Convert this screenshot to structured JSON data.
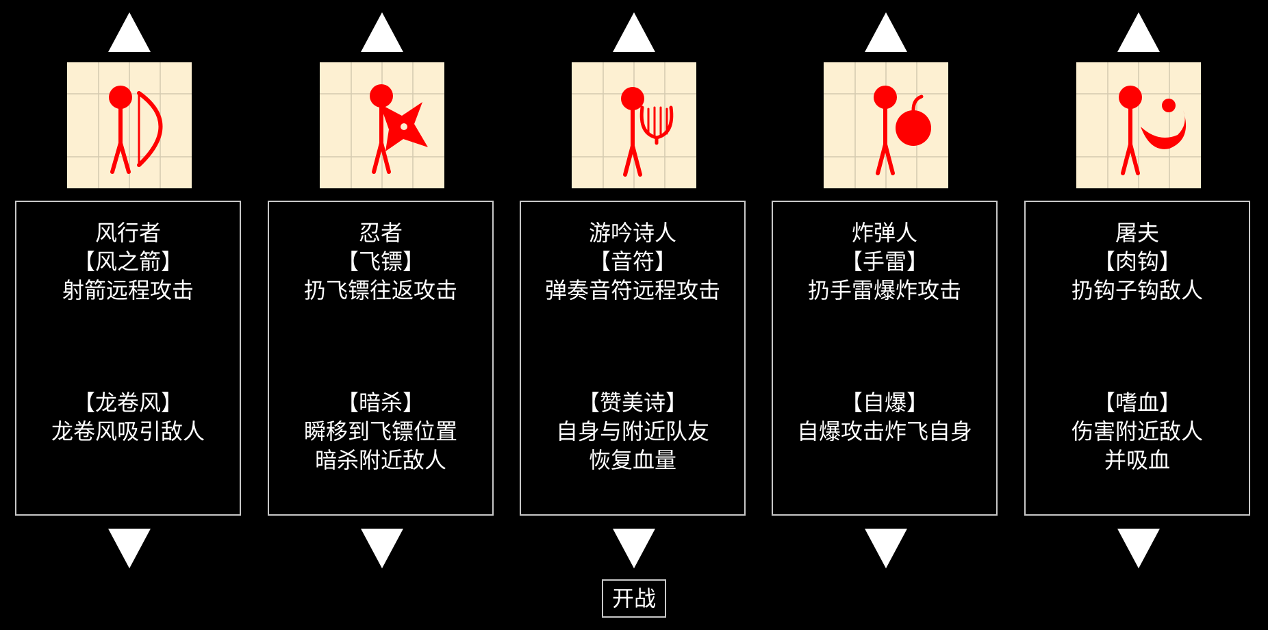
{
  "colors": {
    "background": "#000000",
    "text": "#ffffff",
    "border": "#c8c8c8",
    "portrait_bg": "#fdf0d2",
    "portrait_grid": "#d4c9b0",
    "figure": "#ff0000",
    "arrow": "#ffffff"
  },
  "characters": [
    {
      "name": "风行者",
      "icon": "bow-icon",
      "skill1": {
        "title": "【风之箭】",
        "desc": [
          "射箭远程攻击"
        ]
      },
      "skill2": {
        "title": "【龙卷风】",
        "desc": [
          "龙卷风吸引敌人"
        ]
      }
    },
    {
      "name": "忍者",
      "icon": "shuriken-icon",
      "skill1": {
        "title": "【飞镖】",
        "desc": [
          "扔飞镖往返攻击"
        ]
      },
      "skill2": {
        "title": "【暗杀】",
        "desc": [
          "瞬移到飞镖位置",
          "暗杀附近敌人"
        ]
      }
    },
    {
      "name": "游吟诗人",
      "icon": "lyre-icon",
      "skill1": {
        "title": "【音符】",
        "desc": [
          "弹奏音符远程攻击"
        ]
      },
      "skill2": {
        "title": "【赞美诗】",
        "desc": [
          "自身与附近队友",
          "恢复血量"
        ]
      }
    },
    {
      "name": "炸弹人",
      "icon": "bomb-icon",
      "skill1": {
        "title": "【手雷】",
        "desc": [
          "扔手雷爆炸攻击"
        ]
      },
      "skill2": {
        "title": "【自爆】",
        "desc": [
          "自爆攻击炸飞自身"
        ]
      }
    },
    {
      "name": "屠夫",
      "icon": "meat-hook-icon",
      "skill1": {
        "title": "【肉钩】",
        "desc": [
          "扔钩子钩敌人"
        ]
      },
      "skill2": {
        "title": "【嗜血】",
        "desc": [
          "伤害附近敌人",
          "并吸血"
        ]
      }
    }
  ],
  "start_button": {
    "label": "开战"
  }
}
